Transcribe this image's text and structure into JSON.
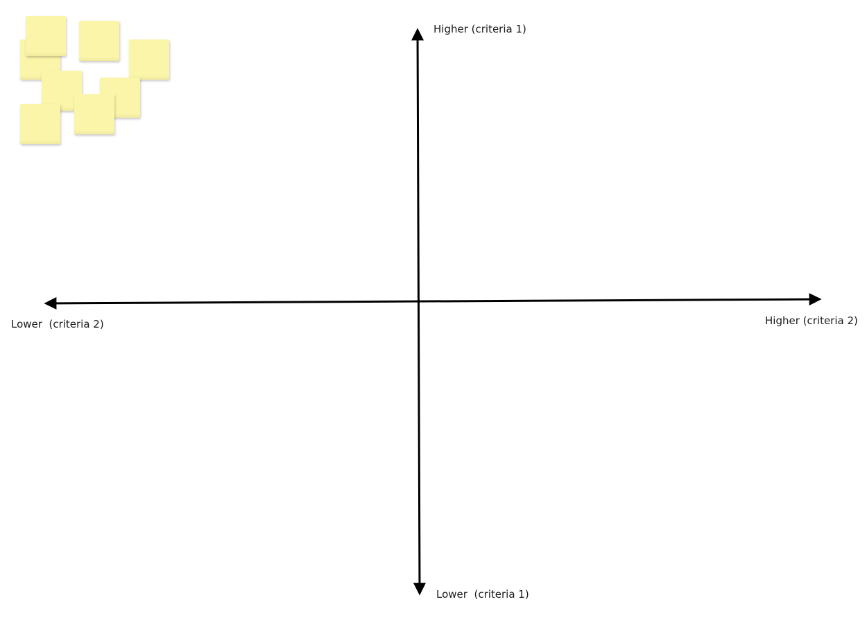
{
  "labels": {
    "y_high": "Higher (criteria 1)",
    "y_low": "Lower  (criteria 1)",
    "x_low": "Lower  (criteria 2)",
    "x_high": "Higher (criteria 2)"
  },
  "colors": {
    "sticky_note": "#fbf5a9",
    "axis": "#000000",
    "text": "#1a1a1a",
    "background": "#ffffff"
  },
  "sticky_note_count": 8
}
